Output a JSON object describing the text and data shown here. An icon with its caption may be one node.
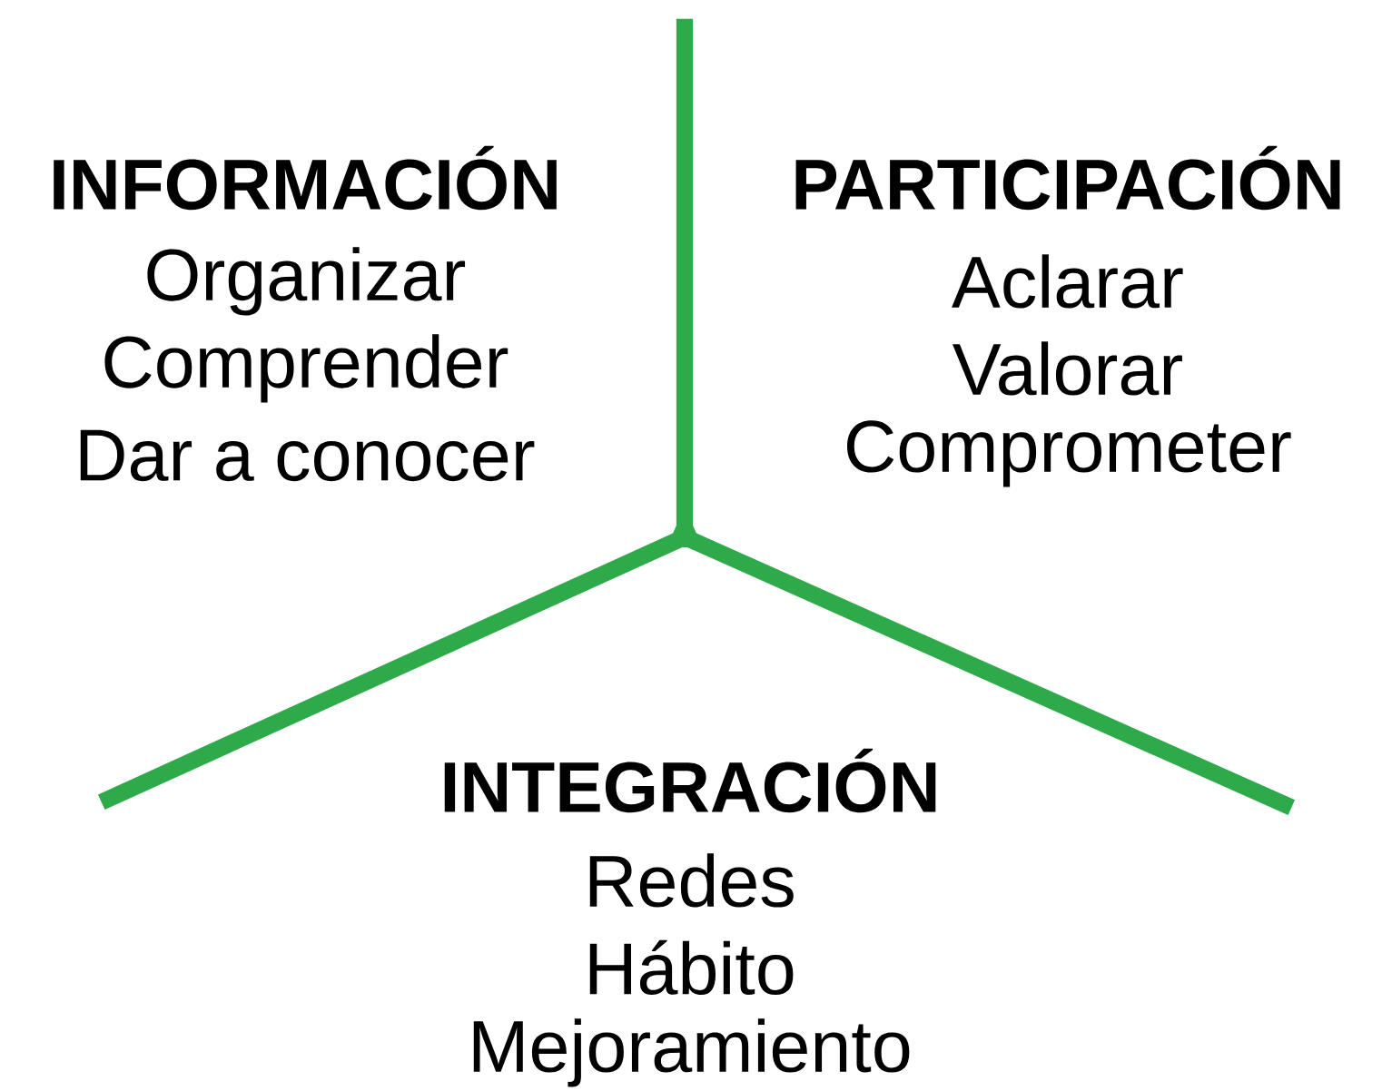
{
  "diagram": {
    "labels": [
      "INFORMACIÓN",
      "Organizar",
      "Comprender",
      "Dar a conocer",
      "PARTICIPACIÓN",
      "Aclarar",
      "Valorar",
      "Comprometer",
      "INTEGRACIÓN",
      "Redes",
      "Hábito",
      "Mejoramiento"
    ]
  }
}
